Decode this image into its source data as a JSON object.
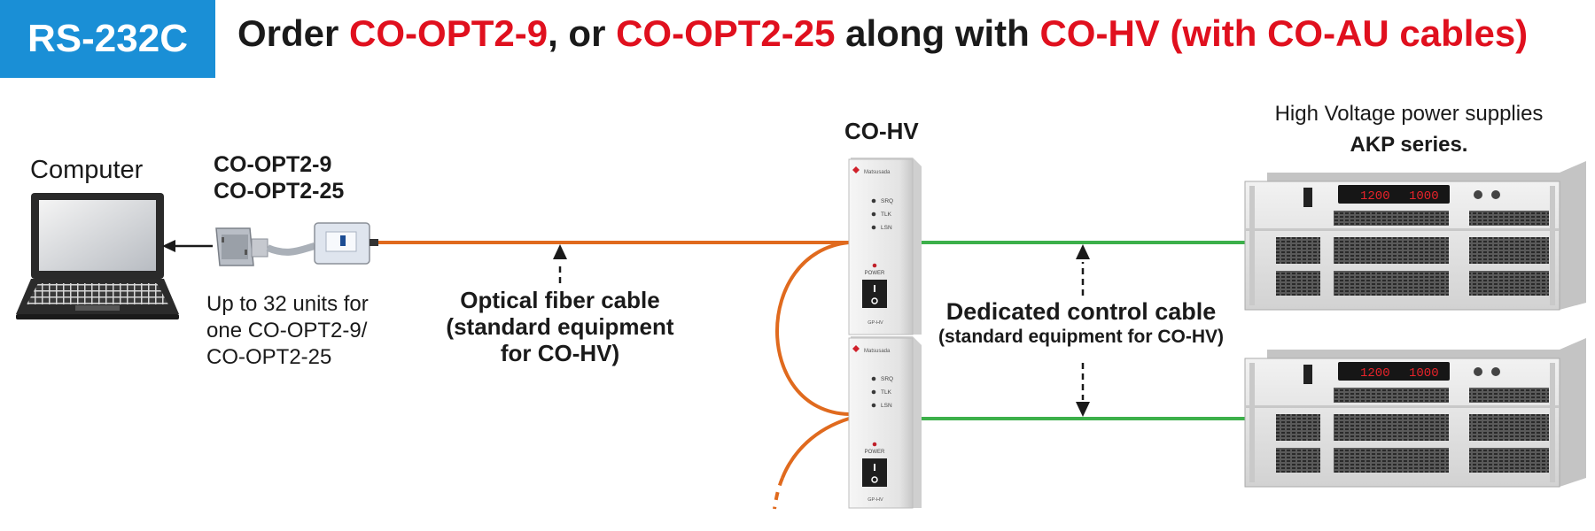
{
  "badge": "RS-232C",
  "headline": {
    "p1": "Order ",
    "p2": "CO-OPT2-9",
    "p3": ", or ",
    "p4": "CO-OPT2-25",
    "p5": " along with ",
    "p6": "CO-HV (with CO-AU cables)"
  },
  "computer": {
    "label": "Computer"
  },
  "adapter": {
    "name1": "CO-OPT2-9",
    "name2": "CO-OPT2-25",
    "note1": "Up to 32 units for",
    "note2": "one CO-OPT2-9/",
    "note3": "CO-OPT2-25"
  },
  "fiber": {
    "line1": "Optical fiber cable",
    "line2": "(standard equipment",
    "line3": "for CO-HV)"
  },
  "cohv": {
    "title": "CO-HV",
    "brand": "Matsusada",
    "led1": "SRQ",
    "led2": "TLK",
    "led3": "LSN",
    "power": "POWER",
    "model": "GP-HV"
  },
  "control": {
    "line1": "Dedicated control cable",
    "line2": "(standard equipment for CO-HV)"
  },
  "akp": {
    "line1": "High Voltage power supplies",
    "line2": "AKP series.",
    "display1": "1200",
    "display2": "1000"
  },
  "colors": {
    "badge": "#1a8fd6",
    "accent_red": "#e0101e",
    "fiber": "#e06a1e",
    "control": "#3cb04a"
  }
}
